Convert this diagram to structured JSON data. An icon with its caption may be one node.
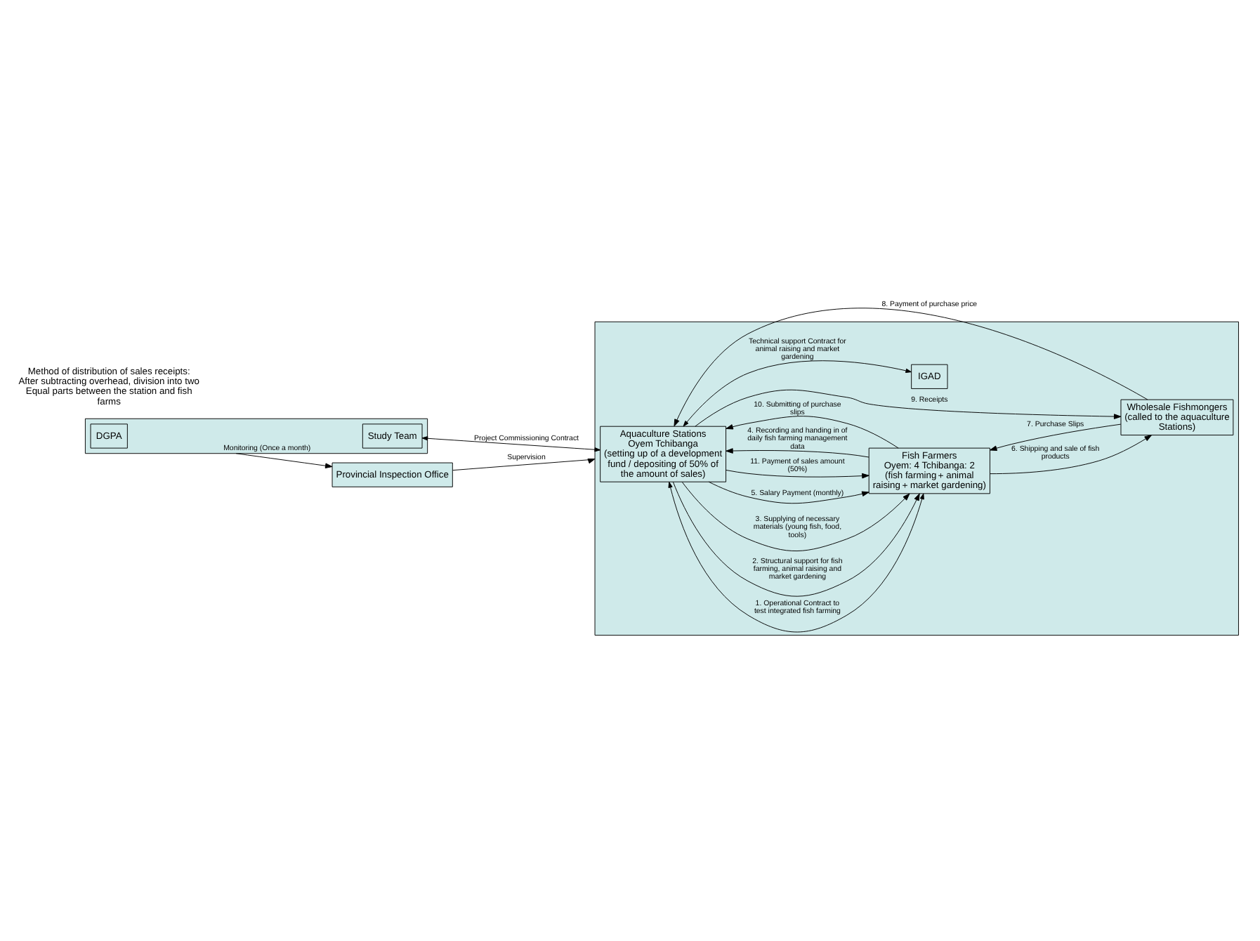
{
  "diagram": {
    "nodes": [
      {
        "text": [],
        "shape": "box"
      },
      {
        "text": [
          "Study Team"
        ],
        "in": 0
      },
      {
        "text": [
          "DGPA"
        ],
        "in": 0
      },
      {
        "text": [
          "Provincial Inspection Office"
        ]
      },
      {
        "text": [],
        "shape": "box"
      },
      {
        "text": [
          "Aquaculture Stations",
          "Oyem Tchibanga",
          "(setting up of a development fund / depositing of 50% of the amount of sales)"
        ],
        "in": 4
      },
      {
        "text": [
          "Fish Farmers",
          "Oyem: 4 Tchibanga: 2",
          "(fish farming＋animal raising＋market gardening)"
        ],
        "in": 4
      },
      {
        "text": [
          "Wholesale Fishmongers (called to the aquaculture Stations)"
        ],
        "in": 4
      },
      {
        "text": [
          "IGAD"
        ],
        "in": 4
      }
    ],
    "edges": [
      {
        "from": 0,
        "to": 3,
        "arrow": "to",
        "label": "Monitoring (Once a month)"
      },
      {
        "from": 3,
        "to": 4,
        "arrow": "to",
        "label": "Supervision"
      },
      {
        "from": 1,
        "to": 5,
        "arrow": "both",
        "label": "Project Commissioning Contract"
      },
      {
        "from": 5,
        "to": 6,
        "arrow": "both",
        "label": "1. Operational Contract to test integrated fish farming"
      },
      {
        "from": 5,
        "to": 6,
        "arrow": "to",
        "label": "2. Structural support for fish farming, animal raising and market gardening"
      },
      {
        "from": 5,
        "to": 6,
        "arrow": "to",
        "label": "3. Supplying of necessary materials (young fish, food, tools)"
      },
      {
        "from": 6,
        "to": 5,
        "arrow": "to",
        "label": "4. Recording and handing in of daily fish farming management data"
      },
      {
        "from": 5,
        "to": 6,
        "arrow": "to",
        "label": "5. Salary Payment (monthly)"
      },
      {
        "from": 6,
        "to": 5,
        "arrow": "to",
        "label": "10. Submitting of purchase slips"
      },
      {
        "from": 5,
        "to": 6,
        "arrow": "to",
        "label": "11. Payment of sales amount (50%)"
      },
      {
        "from": 5,
        "to": 7,
        "arrow": "to",
        "label": "9. Receipts"
      },
      {
        "from": 7,
        "to": 5,
        "arrow": "to",
        "label": "8. Payment of purchase price"
      },
      {
        "from": 6,
        "to": 7,
        "arrow": "to",
        "label": "6. Shipping and sale of fish products"
      },
      {
        "from": 7,
        "to": 6,
        "arrow": "to",
        "label": "7. Purchase Slips"
      },
      {
        "from": 5,
        "to": 8,
        "arrow": "both",
        "label": "Technical support Contract for animal raising and market gardening"
      }
    ],
    "labels": [
      "Method of distribution of sales receipts: After subtracting overhead, division into two Equal parts between the station and fish farms"
    ]
  }
}
